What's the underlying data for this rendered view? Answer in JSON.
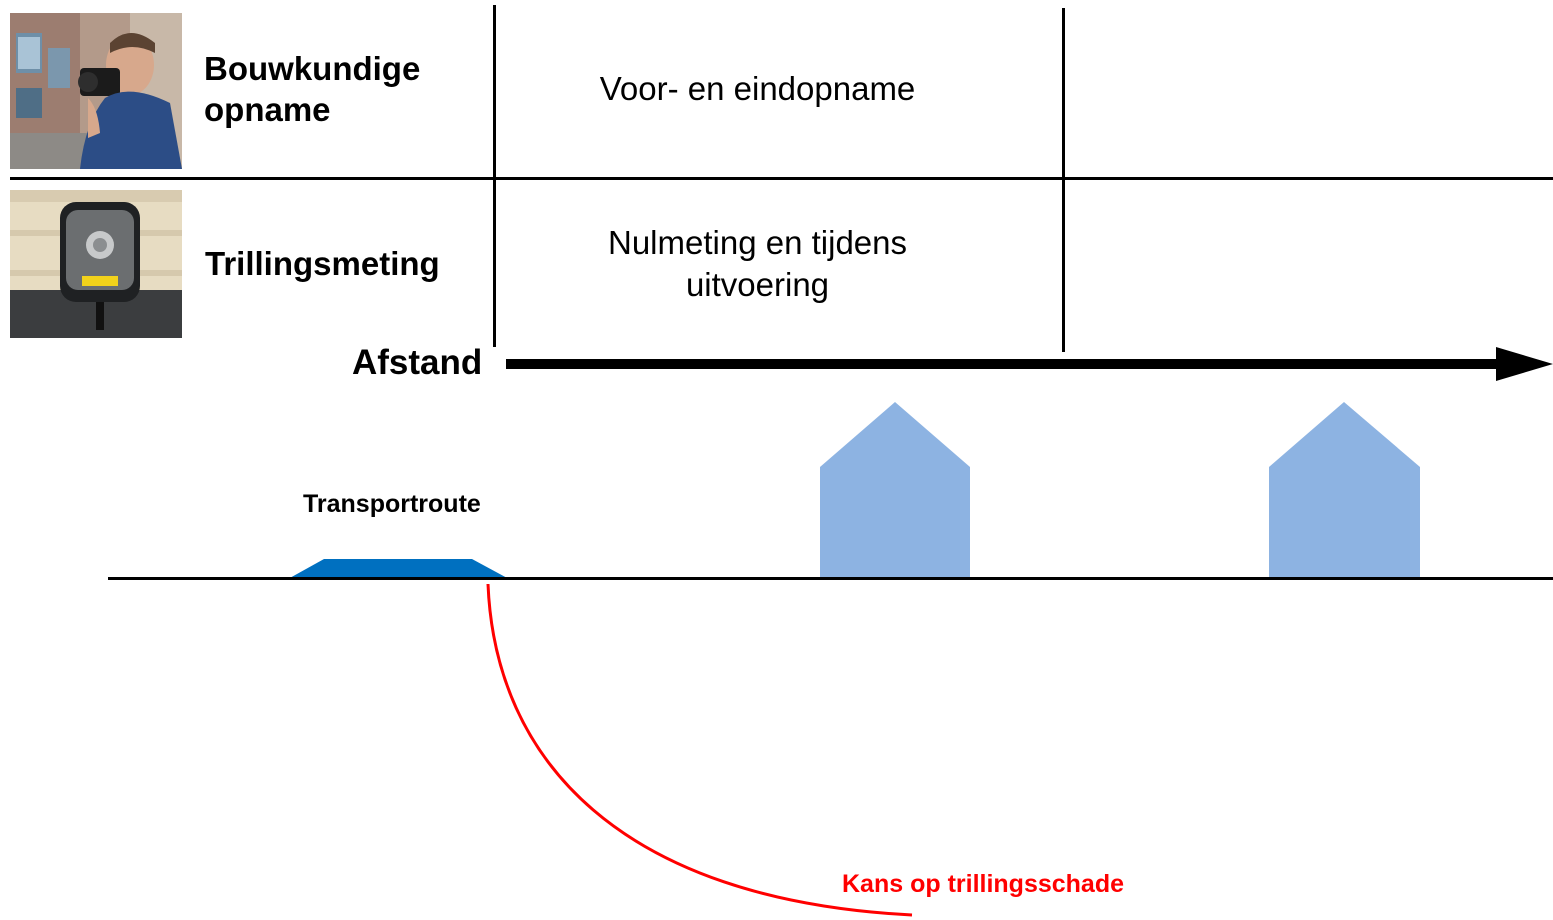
{
  "rows": [
    {
      "label_line1": "Bouwkundige",
      "label_line2": "opname",
      "cell_line1": "Voor- en eindopname",
      "cell_line2": ""
    },
    {
      "label_line1": "Trillingsmeting",
      "label_line2": "",
      "cell_line1": "Nulmeting en tijdens",
      "cell_line2": "uitvoering"
    }
  ],
  "axis": {
    "label": "Afstand"
  },
  "ground": {
    "transport_label": "Transportroute"
  },
  "risk": {
    "label": "Kans op trillingsschade",
    "color": "#ff0000"
  },
  "colors": {
    "house": "#8db3e2",
    "road": "#0070c0",
    "line": "#000000"
  },
  "icons": [
    "camera-photographer-photo",
    "vibration-monitor-photo"
  ]
}
